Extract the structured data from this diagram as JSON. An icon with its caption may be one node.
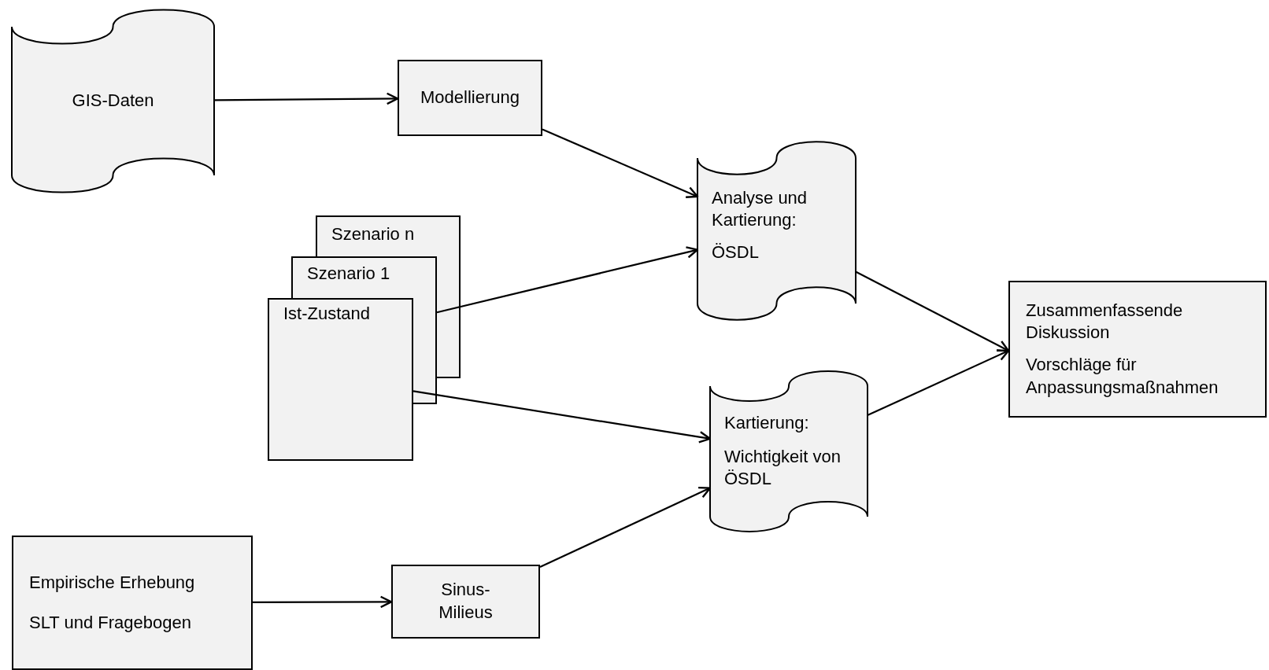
{
  "diagram": {
    "nodes": [
      {
        "text": [
          "GIS-Daten"
        ]
      },
      {
        "text": [
          "Modellierung"
        ]
      },
      {
        "text": [
          "Szenario n"
        ]
      },
      {
        "text": [
          "Szenario 1"
        ]
      },
      {
        "text": [
          "Ist-Zustand"
        ]
      },
      {
        "text": [
          "Analyse und Kartierung:",
          "ÖSDL"
        ]
      },
      {
        "text": [
          "Kartierung:",
          "Wichtigkeit von ÖSDL"
        ]
      },
      {
        "text": [
          "Zusammenfassende Diskussion",
          "Vorschläge für Anpassungsmaßnahmen"
        ]
      },
      {
        "text": [
          "Empirische Erhebung",
          "SLT und Fragebogen"
        ]
      },
      {
        "text": [
          "Sinus- Milieus"
        ]
      }
    ],
    "edges": [
      {
        "from": 0,
        "to": 1,
        "arrow": "to"
      },
      {
        "from": 1,
        "to": 5,
        "arrow": "to"
      },
      {
        "from": 3,
        "to": 5,
        "arrow": "to"
      },
      {
        "from": 4,
        "to": 6,
        "arrow": "to"
      },
      {
        "from": 9,
        "to": 6,
        "arrow": "to"
      },
      {
        "from": 5,
        "to": 7,
        "arrow": "to"
      },
      {
        "from": 6,
        "to": 7,
        "arrow": "to"
      },
      {
        "from": 8,
        "to": 9,
        "arrow": "to"
      }
    ]
  }
}
